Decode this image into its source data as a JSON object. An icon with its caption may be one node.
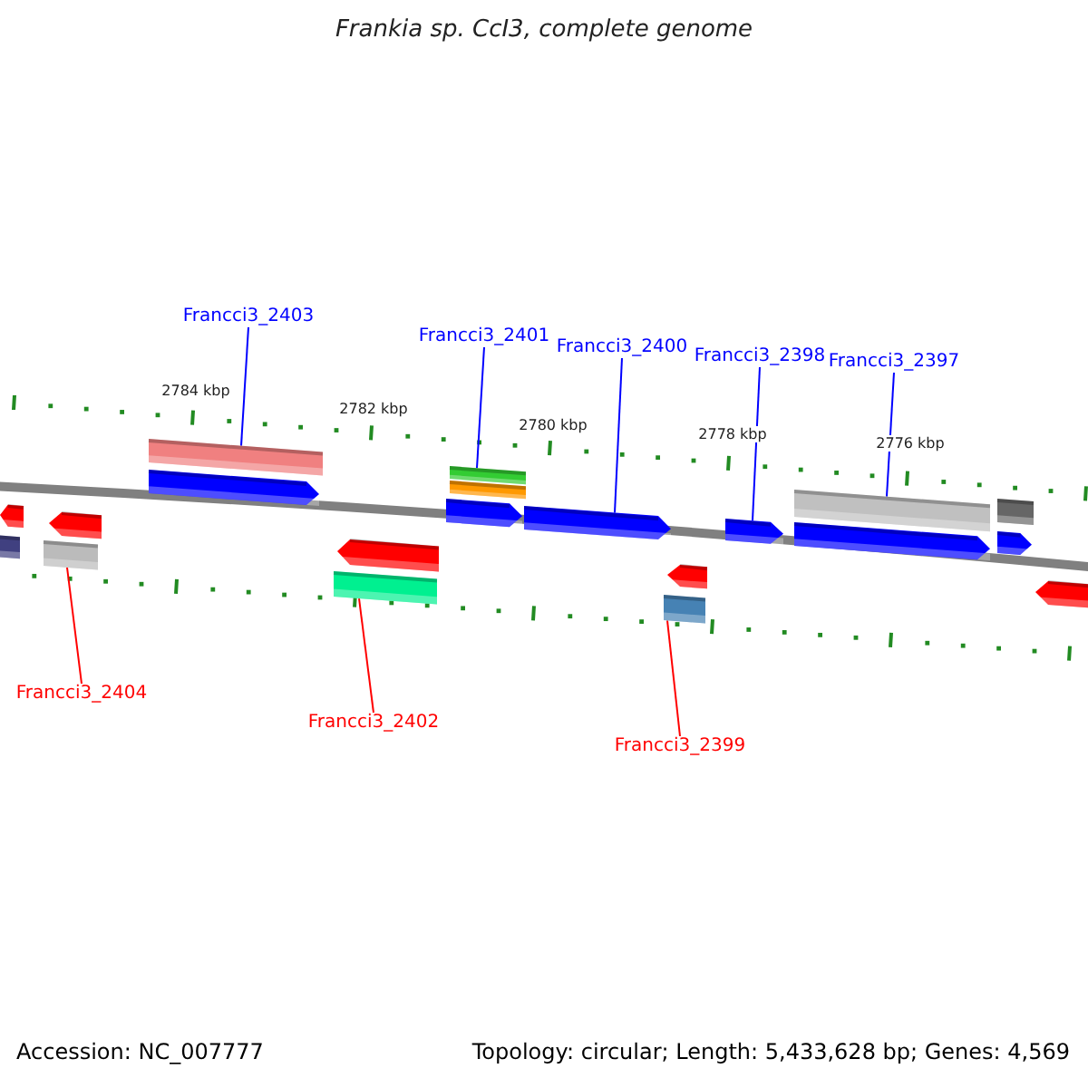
{
  "diagram": {
    "title": "Frankia sp. CcI3, complete genome",
    "nodes": [
      {
        "text": [
          "Francci3_2403"
        ]
      },
      {
        "text": [
          "Francci3_2401"
        ]
      },
      {
        "text": [
          "Francci3_2400"
        ]
      },
      {
        "text": [
          "Francci3_2398"
        ]
      },
      {
        "text": [
          "Francci3_2397"
        ]
      },
      {
        "text": [
          "Francci3_2404"
        ]
      },
      {
        "text": [
          "Francci3_2402"
        ]
      },
      {
        "text": [
          "Francci3_2399"
        ]
      },
      {
        "text": [],
        "shape": "bar"
      },
      {
        "text": [],
        "shape": "arrow"
      },
      {
        "text": [],
        "shape": "bar"
      },
      {
        "text": [],
        "shape": "arrow"
      },
      {
        "text": [],
        "shape": "bar"
      },
      {
        "text": [],
        "shape": "arrow"
      },
      {
        "text": [],
        "shape": "bar"
      },
      {
        "text": [],
        "shape": "arrow"
      },
      {
        "text": [],
        "shape": "arrow"
      },
      {
        "text": [],
        "shape": "bar"
      },
      {
        "text": [],
        "shape": "bar"
      },
      {
        "text": [],
        "shape": "arrow"
      },
      {
        "text": [],
        "shape": "bar"
      },
      {
        "text": [],
        "shape": "arrow"
      },
      {
        "text": [],
        "shape": "arrow"
      },
      {
        "text": [],
        "shape": "bar"
      },
      {
        "text": [],
        "shape": "arrow"
      },
      {
        "text": [],
        "shape": "bar"
      },
      {
        "text": [],
        "shape": "arrow"
      },
      {
        "text": [],
        "shape": "arrow"
      }
    ],
    "edges": [
      {
        "from": 0,
        "to": 12,
        "arrow": "none"
      },
      {
        "from": 1,
        "to": 17,
        "arrow": "none"
      },
      {
        "from": 2,
        "to": 19,
        "arrow": "none"
      },
      {
        "from": 3,
        "to": 22,
        "arrow": "none"
      },
      {
        "from": 4,
        "to": 23,
        "arrow": "none"
      },
      {
        "from": 5,
        "to": 10,
        "arrow": "none",
        "color": "#ff0000"
      },
      {
        "from": 6,
        "to": 14,
        "arrow": "none",
        "color": "#ff0000"
      },
      {
        "from": 7,
        "to": 20,
        "arrow": "none",
        "color": "#ff0000"
      }
    ],
    "labels": [
      "2784 kbp",
      "2782 kbp",
      "2780 kbp",
      "2778 kbp",
      "2776 kbp",
      "Accession: NC_007777",
      "Topology: circular; Length: 5,433,628 bp; Genes: 4,569"
    ]
  }
}
